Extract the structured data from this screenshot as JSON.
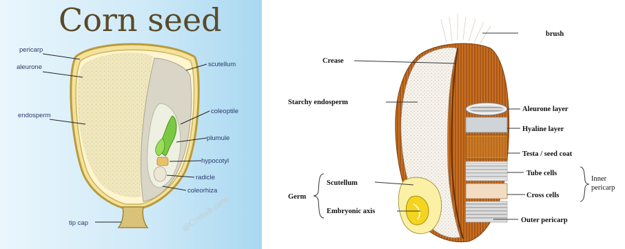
{
  "corn": {
    "title": "Corn seed",
    "labels": {
      "pericarp": "pericarp",
      "aleurone": "aleurone",
      "endosperm": "endosperm",
      "scutellum": "scutellum",
      "coleoptile": "coleoptile",
      "plumule": "plumule",
      "hypocotyl": "hypocotyl",
      "radicle": "radicle",
      "coleorhiza": "coleorhiza",
      "tip_cap": "tip cap"
    },
    "watermark": "@Cinhub.com"
  },
  "wheat": {
    "labels": {
      "brush": "brush",
      "crease": "Crease",
      "starchy_endosperm": "Starchy endosperm",
      "aleurone_layer": "Aleurone layer",
      "hyaline_layer": "Hyaline layer",
      "testa": "Testa / seed coat",
      "tube_cells": "Tube cells",
      "cross_cells": "Cross cells",
      "inner": "Inner",
      "pericarp_inner": "pericarp",
      "outer_pericarp": "Outer pericarp",
      "germ": "Germ",
      "scutellum": "Scutellum",
      "embryonic_axis": "Embryonic axis"
    }
  }
}
